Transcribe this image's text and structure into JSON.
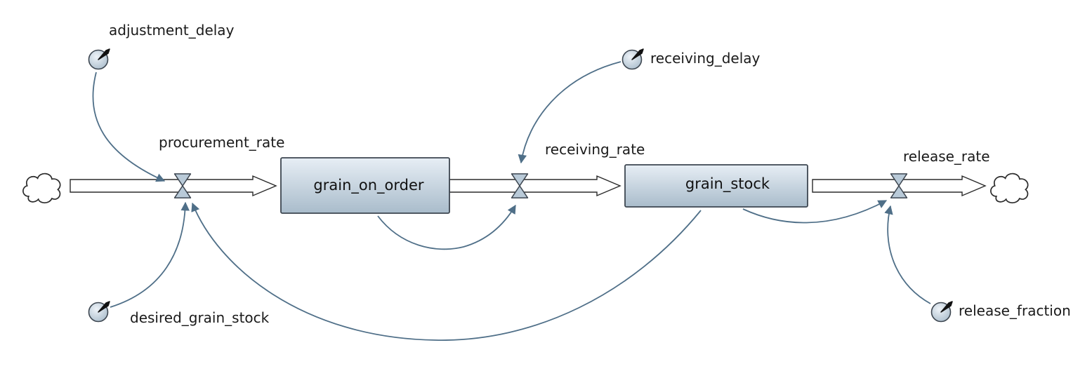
{
  "colors": {
    "link": "#4f6f88",
    "stock_top": "#e7eef5",
    "stock_bottom": "#a9bccb",
    "stock_border": "#3d4650",
    "valve_fill": "#b9cad8",
    "aux_fill": "#c6d5e2"
  },
  "stocks": {
    "grain_on_order": "grain_on_order",
    "grain_stock": "grain_stock"
  },
  "flows": {
    "procurement_rate": "procurement_rate",
    "receiving_rate": "receiving_rate",
    "release_rate": "release_rate"
  },
  "auxiliaries": {
    "adjustment_delay": "adjustment_delay",
    "receiving_delay": "receiving_delay",
    "desired_grain_stock": "desired_grain_stock",
    "release_fraction": "release_fraction"
  },
  "icons": {
    "source": "cloud-icon",
    "sink": "cloud-icon",
    "valve": "valve-icon",
    "auxiliary": "auxiliary-icon"
  }
}
